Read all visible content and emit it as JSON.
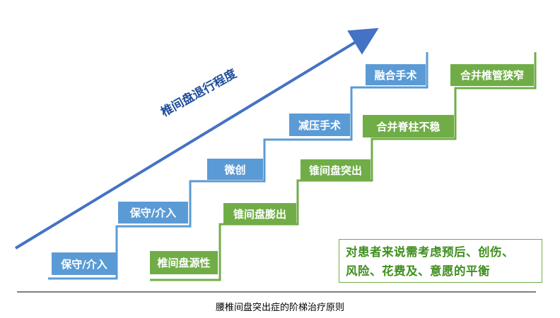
{
  "arrow_label": "椎间盘退行程度",
  "blue_steps": [
    "保守/介入",
    "保守/介入",
    "微创",
    "减压手术",
    "融合手术"
  ],
  "green_steps": [
    "椎间盘源性",
    "锥间盘膨出",
    "锥间盘突出",
    "合并脊柱不稳",
    "合并椎管狭窄"
  ],
  "note_lines": [
    "对患者来说需考虑预后、创伤、",
    "风险、花费及、意愿的平衡"
  ],
  "caption": "腰椎间盘突出症的阶梯治疗原则",
  "colors": {
    "blue": "#5b9bd5",
    "green": "#70ad47",
    "arrow": "#4472c4",
    "note_text": "#3f8f1f"
  }
}
